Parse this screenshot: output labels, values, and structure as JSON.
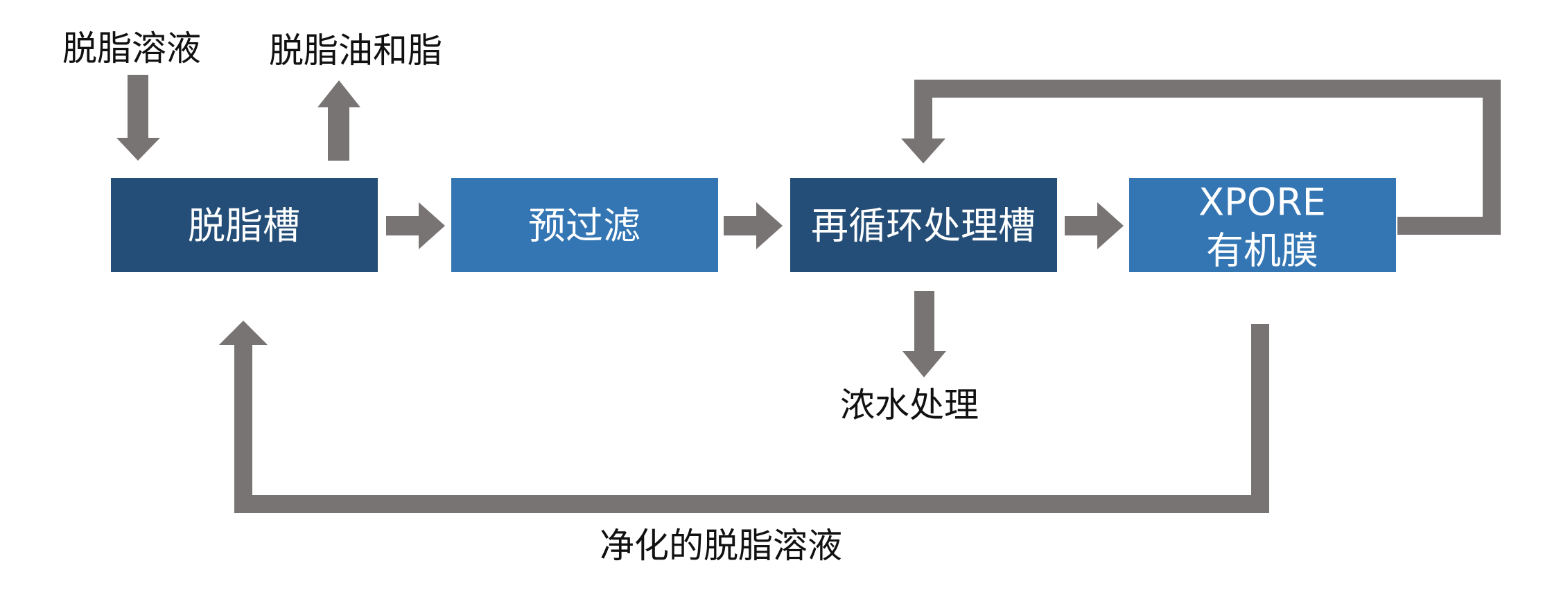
{
  "colors": {
    "dark_box": "#244e77",
    "light_box": "#3476b3",
    "arrow": "#787473",
    "text": "#111111"
  },
  "nodes": [
    {
      "id": "degreasing-tank",
      "label": "脱脂槽",
      "tone": "dark"
    },
    {
      "id": "prefilter",
      "label": "预过滤",
      "tone": "light"
    },
    {
      "id": "recirculation-tank",
      "label": "再循环处理槽",
      "tone": "dark"
    },
    {
      "id": "xpore-membrane",
      "label_line1": "XPORE",
      "label_line2": "有机膜",
      "tone": "light"
    }
  ],
  "labels": {
    "degreasing_solution_in": "脱脂溶液",
    "oil_grease_out": "脱脂油和脂",
    "concentrate_treatment": "浓水处理",
    "purified_solution": "净化的脱脂溶液"
  },
  "icons": {
    "down_arrow": "arrow-down-icon",
    "up_arrow": "arrow-up-icon",
    "right_arrow": "arrow-right-icon"
  }
}
